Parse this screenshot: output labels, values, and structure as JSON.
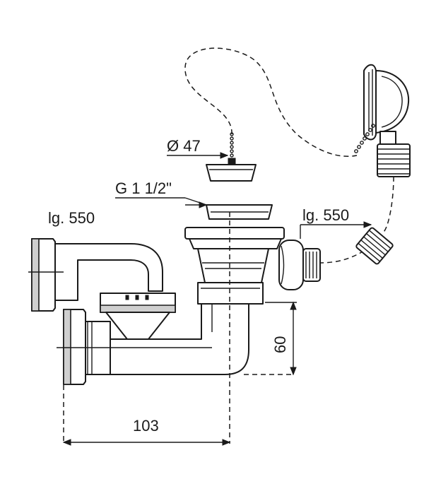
{
  "labels": {
    "diameter": "Ø 47",
    "thread": "G 1 1/2\"",
    "length_left": "lg. 550",
    "length_right": "lg. 550",
    "height": "60",
    "width": "103"
  },
  "colors": {
    "line": "#1a1a1a",
    "background": "#ffffff"
  }
}
